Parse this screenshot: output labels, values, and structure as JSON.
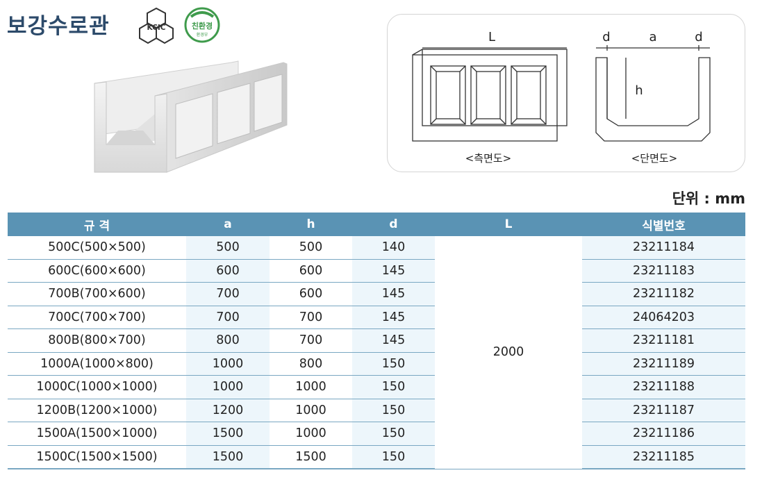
{
  "title": "보강수로관",
  "badges": {
    "kcic": "KCIC",
    "eco_main": "친환경",
    "eco_sub": "환경부"
  },
  "diagram": {
    "side_label": "<측면도>",
    "section_label": "<단면도>",
    "dim_L": "L",
    "dim_d": "d",
    "dim_a": "a",
    "dim_h": "h"
  },
  "unit_label": "단위 : mm",
  "table": {
    "headers": {
      "name": "규 격",
      "a": "a",
      "h": "h",
      "d": "d",
      "L": "L",
      "id": "식별번호"
    },
    "L_value": "2000",
    "rows": [
      {
        "name": "500C(500×500)",
        "a": "500",
        "h": "500",
        "d": "140",
        "id": "23211184"
      },
      {
        "name": "600C(600×600)",
        "a": "600",
        "h": "600",
        "d": "145",
        "id": "23211183"
      },
      {
        "name": "700B(700×600)",
        "a": "700",
        "h": "600",
        "d": "145",
        "id": "23211182"
      },
      {
        "name": "700C(700×700)",
        "a": "700",
        "h": "700",
        "d": "145",
        "id": "24064203"
      },
      {
        "name": "800B(800×700)",
        "a": "800",
        "h": "700",
        "d": "145",
        "id": "23211181"
      },
      {
        "name": "1000A(1000×800)",
        "a": "1000",
        "h": "800",
        "d": "150",
        "id": "23211189"
      },
      {
        "name": "1000C(1000×1000)",
        "a": "1000",
        "h": "1000",
        "d": "150",
        "id": "23211188"
      },
      {
        "name": "1200B(1200×1000)",
        "a": "1200",
        "h": "1000",
        "d": "150",
        "id": "23211187"
      },
      {
        "name": "1500A(1500×1000)",
        "a": "1500",
        "h": "1000",
        "d": "150",
        "id": "23211186"
      },
      {
        "name": "1500C(1500×1500)",
        "a": "1500",
        "h": "1500",
        "d": "150",
        "id": "23211185"
      }
    ]
  }
}
